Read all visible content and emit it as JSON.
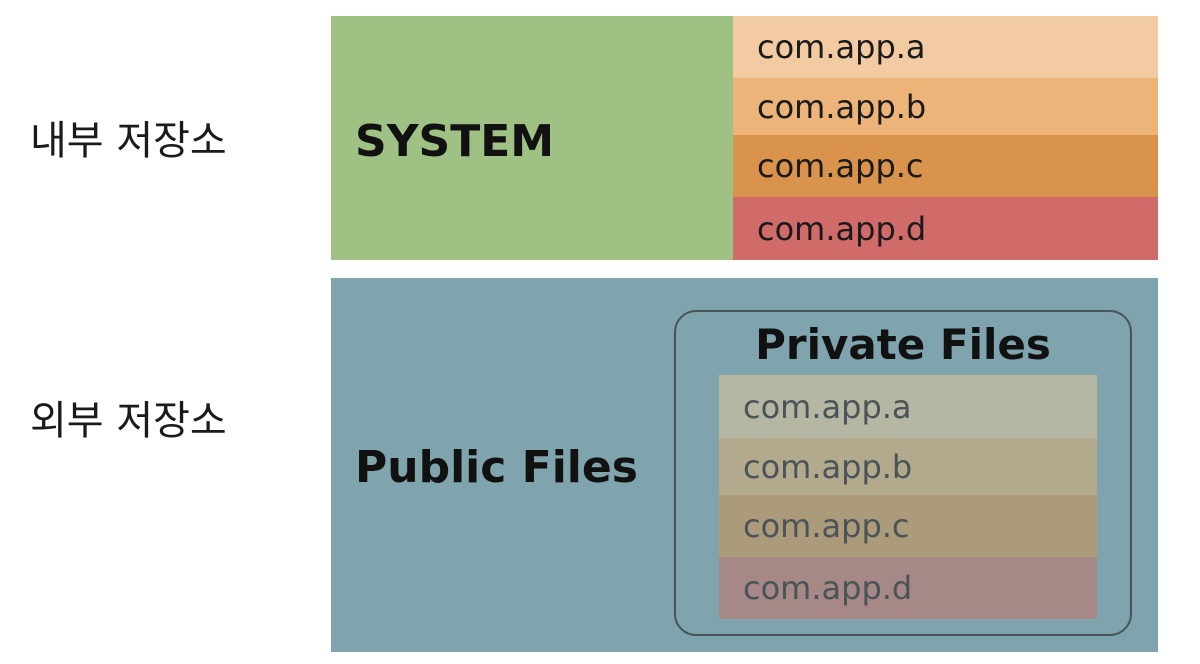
{
  "labels": {
    "internal_storage": "내부 저장소",
    "external_storage": "외부 저장소"
  },
  "internal": {
    "system_label": "SYSTEM",
    "system_color": "#9fc284",
    "apps": [
      {
        "label": "com.app.a",
        "color": "#f2cba2"
      },
      {
        "label": "com.app.b",
        "color": "#ecb479"
      },
      {
        "label": "com.app.c",
        "color": "#da934c"
      },
      {
        "label": "com.app.d",
        "color": "#d16b6a"
      }
    ]
  },
  "external": {
    "public_label": "Public Files",
    "background_color": "#7fa4ad",
    "private_title": "Private Files",
    "apps": [
      {
        "label": "com.app.a",
        "color": "#b6b7a3"
      },
      {
        "label": "com.app.b",
        "color": "#b3aa8d"
      },
      {
        "label": "com.app.c",
        "color": "#ab9b7b"
      },
      {
        "label": "com.app.d",
        "color": "#a68887"
      }
    ]
  }
}
